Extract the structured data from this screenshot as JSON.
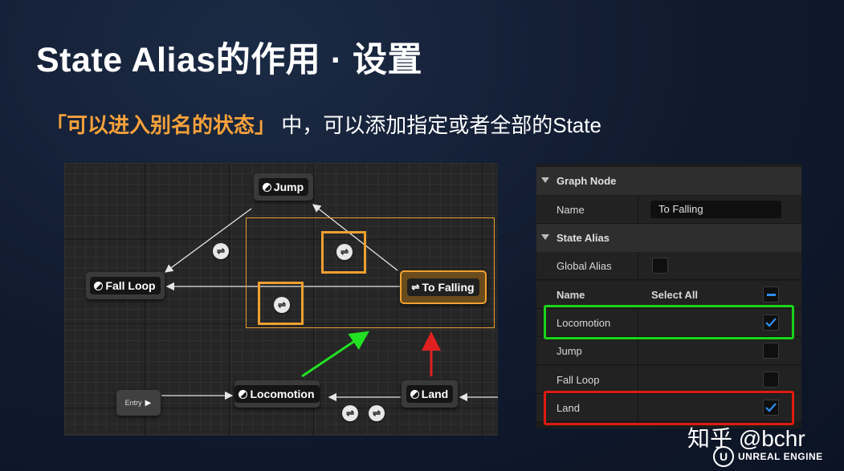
{
  "slide": {
    "title": "State Alias的作用 · 设置",
    "subtitle_highlight": "「可以进入别名的状态」",
    "subtitle_rest": " 中，可以添加指定或者全部的State"
  },
  "graph": {
    "nodes": {
      "jump": "Jump",
      "fall_loop": "Fall Loop",
      "to_falling": "To Falling",
      "locomotion": "Locomotion",
      "land": "Land",
      "entry": "Entry"
    },
    "transition_icon_glyph": "⇌"
  },
  "details": {
    "graph_node_section": "Graph Node",
    "name_label": "Name",
    "name_value": "To Falling",
    "state_alias_section": "State Alias",
    "global_alias_label": "Global Alias",
    "global_alias_checked": false,
    "list_header_name": "Name",
    "list_header_select_all": "Select All",
    "states": [
      {
        "name": "Locomotion",
        "checked": true
      },
      {
        "name": "Jump",
        "checked": false
      },
      {
        "name": "Fall Loop",
        "checked": false
      },
      {
        "name": "Land",
        "checked": true
      }
    ],
    "colors": {
      "highlight_green": "#19d419",
      "highlight_red": "#e01a10",
      "check_blue": "#2f8ff0",
      "accent_orange": "#f0a030"
    }
  },
  "watermark": "知乎 @bchr",
  "brand": "UNREAL ENGINE",
  "brand_logo_letter": "U"
}
